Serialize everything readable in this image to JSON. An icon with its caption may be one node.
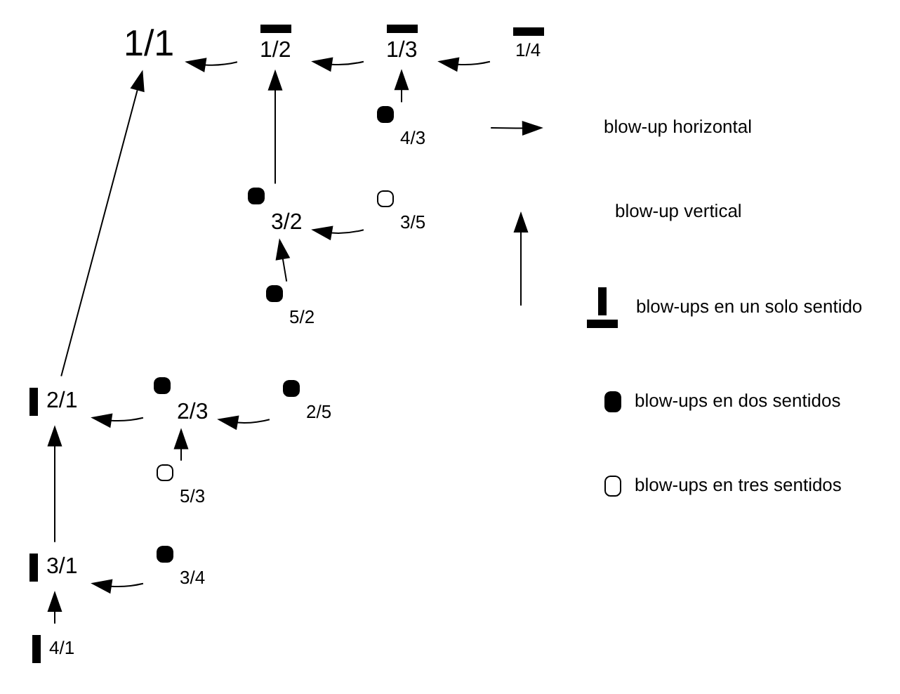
{
  "diagram": {
    "nodes": [
      {
        "text": [
          "1/1"
        ]
      },
      {
        "text": [
          "1/2"
        ]
      },
      {
        "text": [
          "1/3"
        ]
      },
      {
        "text": [
          "1/4"
        ]
      },
      {
        "text": [
          "4/3"
        ]
      },
      {
        "text": [
          "3/2"
        ]
      },
      {
        "text": [
          "3/5"
        ]
      },
      {
        "text": [
          "5/2"
        ]
      },
      {
        "text": [
          "2/1"
        ]
      },
      {
        "text": [
          "2/3"
        ]
      },
      {
        "text": [
          "2/5"
        ]
      },
      {
        "text": [
          "5/3"
        ]
      },
      {
        "text": [
          "3/1"
        ]
      },
      {
        "text": [
          "3/4"
        ]
      },
      {
        "text": [
          "4/1"
        ]
      }
    ],
    "edges": [
      {
        "from": 1,
        "to": 0,
        "arrow": "to"
      },
      {
        "from": 2,
        "to": 1,
        "arrow": "to"
      },
      {
        "from": 3,
        "to": 2,
        "arrow": "to"
      },
      {
        "from": 4,
        "to": 2,
        "arrow": "to"
      },
      {
        "from": 5,
        "to": 1,
        "arrow": "to"
      },
      {
        "from": 6,
        "to": 5,
        "arrow": "to"
      },
      {
        "from": 7,
        "to": 5,
        "arrow": "to"
      },
      {
        "from": 8,
        "to": 0,
        "arrow": "to"
      },
      {
        "from": 9,
        "to": 8,
        "arrow": "to"
      },
      {
        "from": 10,
        "to": 9,
        "arrow": "to"
      },
      {
        "from": 11,
        "to": 9,
        "arrow": "to"
      },
      {
        "from": 12,
        "to": 8,
        "arrow": "to"
      },
      {
        "from": 13,
        "to": 12,
        "arrow": "to"
      },
      {
        "from": 14,
        "to": 12,
        "arrow": "to"
      }
    ],
    "legend": [
      {
        "text": "blow-up horizontal"
      },
      {
        "text": "blow-up vertical"
      },
      {
        "text": "blow-ups en un solo sentido"
      },
      {
        "text": "blow-ups en dos sentidos"
      },
      {
        "text": "blow-ups en tres sentidos"
      }
    ]
  }
}
